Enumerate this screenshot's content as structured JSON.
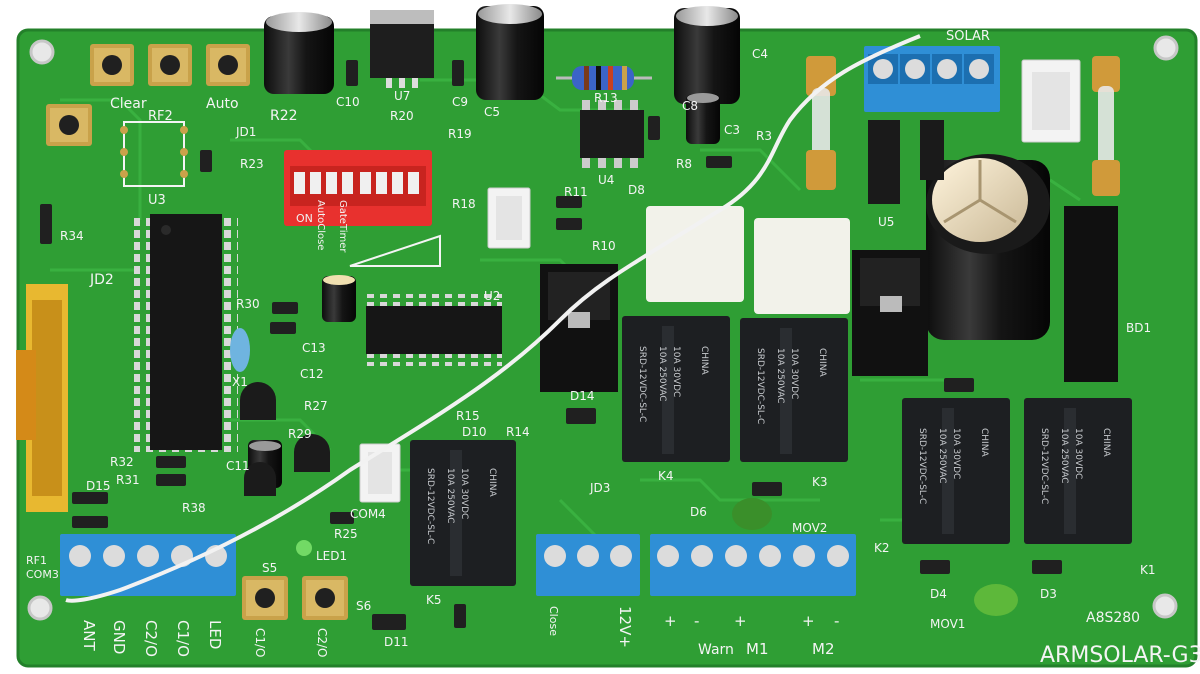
{
  "photo": {
    "subject": "gate opener control board",
    "board_color": "#2f9e34",
    "trace_color": "#3cb544",
    "terminal_color": "#2f8fd6",
    "relay_color": "#1d1f22",
    "relay_label_color": "#c9ccd0",
    "dip_color": "#e8312e",
    "pad_color": "#c9a24a",
    "wire_color": "#f2f2f2"
  },
  "silkscreen": {
    "board_name": "ARMSOLAR-G3",
    "board_code": "A8S280",
    "btn_clear": "Clear",
    "btn_auto": "Auto",
    "rf2": "RF2",
    "u3": "U3",
    "r22": "R22",
    "c10": "C10",
    "u7": "U7",
    "c9": "C9",
    "c5": "C5",
    "c4": "C4",
    "r13": "R13",
    "c8": "C8",
    "c3": "C3",
    "r3": "R3",
    "r8": "R8",
    "u4": "U4",
    "r20": "R20",
    "r19": "R19",
    "r23": "R23",
    "jd1": "JD1",
    "dip_on": "ON",
    "r18": "R18",
    "r11": "R11",
    "r10": "R10",
    "d8": "D8",
    "jd2": "JD2",
    "r30": "R30",
    "c13": "C13",
    "c12": "C12",
    "x1": "X1",
    "u2": "U2",
    "r15": "R15",
    "r27": "R27",
    "r29": "R29",
    "r32": "R32",
    "r31": "R31",
    "c11": "C11",
    "d15": "D15",
    "r38": "R38",
    "rf1": "RF1",
    "com3": "COM3",
    "led1": "LED1",
    "r25": "R25",
    "com4": "COM4",
    "s5": "S5",
    "s6": "S6",
    "d11": "D11",
    "k5": "K5",
    "d10": "D10",
    "r14": "R14",
    "d14": "D14",
    "jd3": "JD3",
    "k4": "K4",
    "k3": "K3",
    "d6": "D6",
    "k2": "K2",
    "k1": "K1",
    "d3": "D3",
    "d4": "D4",
    "mov1": "MOV1",
    "mov2": "MOV2",
    "u5": "U5",
    "bd1": "BD1",
    "solar": "SOLAR",
    "r34": "R34",
    "t_ant": "ANT",
    "t_gnd": "GND",
    "t_c2": "C2/O",
    "t_c1": "C1/O",
    "t_led": "LED",
    "t_12v": "12V+",
    "t_close": "Close",
    "t_warn": "Warn",
    "t_m1": "M1",
    "t_m2": "M2",
    "t_plus": "+",
    "t_minus": "-",
    "b_c1": "C1/O",
    "b_c2": "C2/O",
    "auto_label": "AutoClose",
    "timer_label": "GateTimer"
  },
  "relay_markings": {
    "brand": "SRD-12VDC-SL-C",
    "rating1": "10A 250VAC",
    "rating2": "10A 30VDC",
    "origin": "CHINA"
  }
}
